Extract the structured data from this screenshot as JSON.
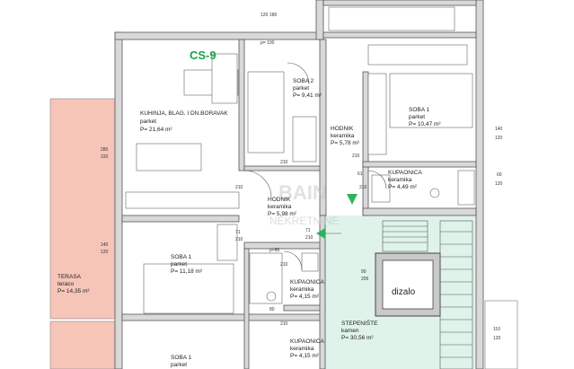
{
  "unit_code": "CS-9",
  "rooms": {
    "kuhinja": {
      "name": "KUHINJA, BLAG. I DN.BORAVAK",
      "floor": "parket",
      "area": "P= 21,64 m²"
    },
    "soba2": {
      "name": "SOBA 2",
      "floor": "parket",
      "area": "P= 9,41 m²"
    },
    "hodnik_upper": {
      "name": "HODNIK",
      "floor": "keramika",
      "area": "P= 5,78 m²"
    },
    "soba1_upper": {
      "name": "SOBA 1",
      "floor": "parket",
      "area": "P= 10,47 m²"
    },
    "kupaonica_upper": {
      "name": "KUPAONICA",
      "floor": "keramika",
      "area": "P= 4,49 m²"
    },
    "hodnik_mid": {
      "name": "HODNIK",
      "floor": "keramika",
      "area": "P= 5,98 m²"
    },
    "soba1_lower": {
      "name": "SOBA 1",
      "floor": "parket",
      "area": "P= 11,18 m²"
    },
    "kupaonica_lower": {
      "name": "KUPAONICA",
      "floor": "keramika",
      "area": "P= 4,15 m²"
    },
    "kupaonica_lower2": {
      "name": "KUPAONICA",
      "floor": "keramika",
      "area": "P= 4,15 m²"
    },
    "terasa": {
      "name": "TERASA",
      "floor": "teraco",
      "area": "P= 14,35 m²"
    },
    "stepeniste": {
      "name": "STEPENIŠTE",
      "floor": "kamen",
      "area": "P= 30,56 m²"
    },
    "soba1_bottom": {
      "name": "SOBA 1",
      "floor": "parket"
    },
    "dizalo": {
      "name": "dizalo"
    }
  },
  "dims": {
    "d_120_top": "120",
    "d_180_top": "180",
    "d_p100": "p= 100",
    "d_280": "280",
    "d_220": "220",
    "d_140_left": "140",
    "d_120_left": "120",
    "d_140_right": "140",
    "d_120_right": "120",
    "d_60": "60",
    "d_120_right2": "120",
    "d_210_a": "210",
    "d_210_b": "210",
    "d_210_c": "210",
    "d_210_d": "210",
    "d_210_e": "210",
    "d_210_f": "210",
    "d_210_g": "210",
    "d_61": "61",
    "d_71": "71",
    "d_71b": "71",
    "d_90": "90",
    "d_205": "205",
    "d_110": "110",
    "d_120_bottom": "120",
    "d_p86": "p=86",
    "d_80": "80",
    "d_210_h": "210"
  },
  "watermark": {
    "line1": "BAIN",
    "line2": "NEKRETNINE"
  },
  "colors": {
    "terrace": "#f6c5b8",
    "stairs": "#dff3ea",
    "unit_label": "#1aa34a",
    "wall": "#d9d9d9",
    "arrow": "#2fb35a"
  }
}
